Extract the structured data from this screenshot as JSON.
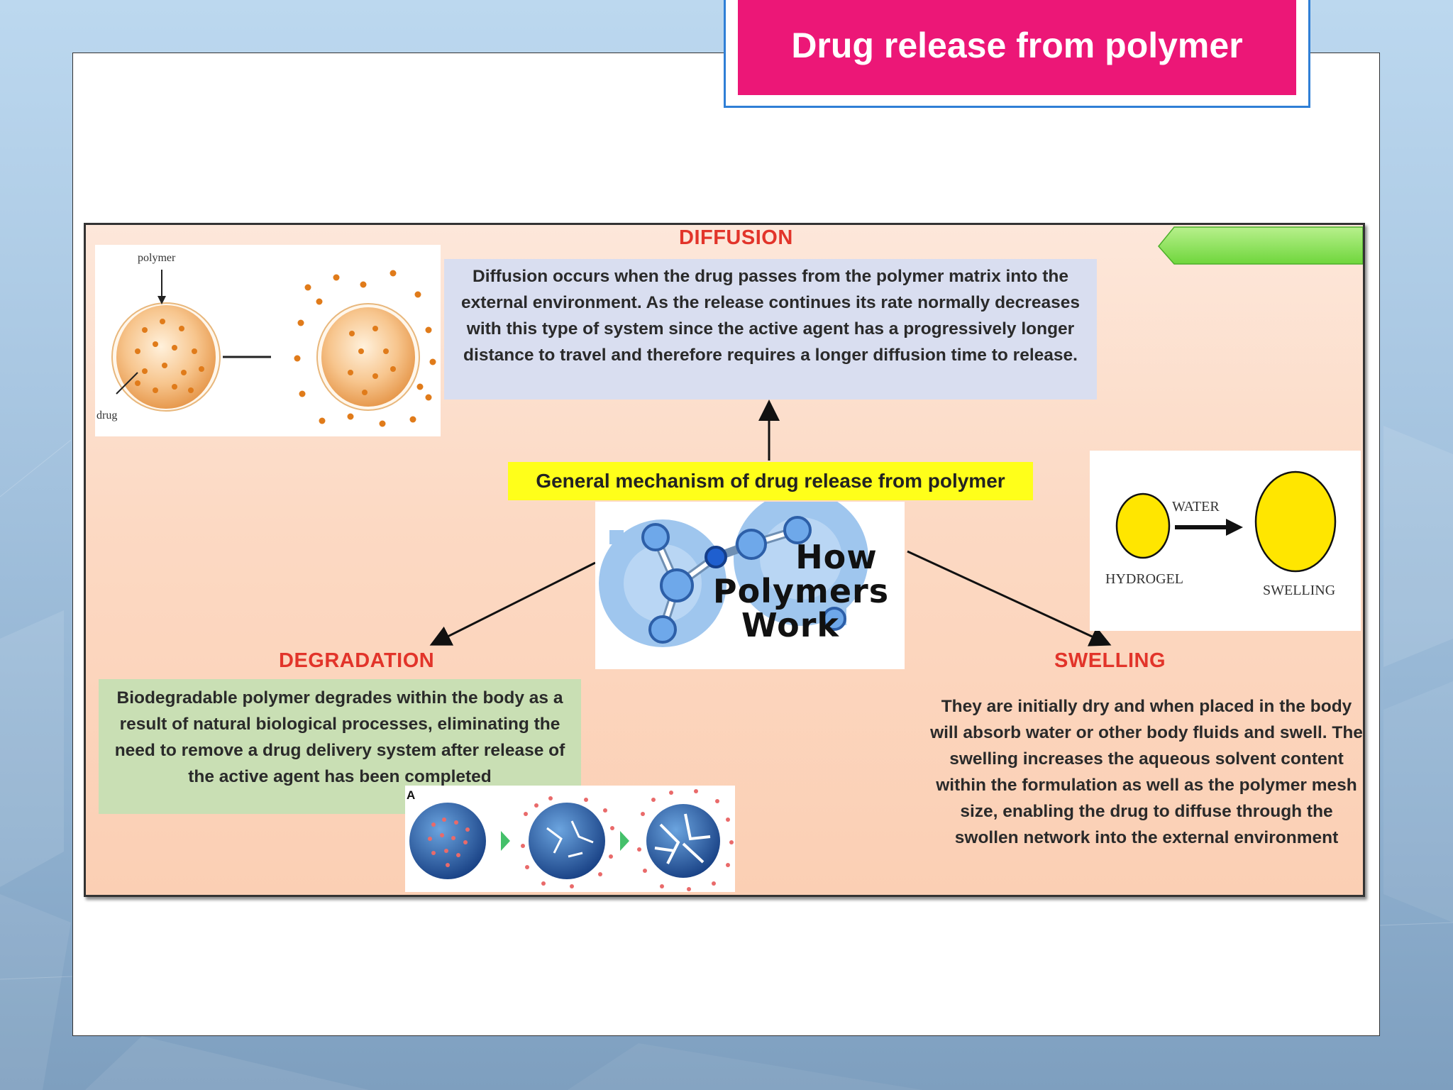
{
  "slide": {
    "title": "Drug release from polymer"
  },
  "center": {
    "label": "General mechanism of drug release from polymer",
    "logo_text": [
      "How",
      "Polymers",
      "Work"
    ]
  },
  "diffusion": {
    "heading": "DIFFUSION",
    "text": "Diffusion occurs when the drug passes from the polymer matrix into the external environment. As the release continues its rate normally decreases with this type of system since the active agent has a progressively longer distance to travel and therefore requires a longer diffusion time to release.",
    "figure_labels": {
      "polymer": "polymer",
      "drug": "drug"
    }
  },
  "degradation": {
    "heading": "DEGRADATION",
    "text": "Biodegradable polymer degrades within the body as a result of natural biological processes, eliminating the need to remove a drug delivery system after release of the active agent has been completed",
    "figure_label": "A"
  },
  "swelling": {
    "heading": "SWELLING",
    "text": "They are initially dry and when placed in the body will absorb water or other body fluids and swell. The swelling increases the aqueous solvent content within the formulation as well as the polymer mesh size, enabling the drug to diffuse through the swollen network into the external environment",
    "figure_labels": {
      "water": "WATER",
      "hydrogel": "HYDROGEL",
      "swelling": "SWELLING"
    }
  },
  "colors": {
    "title_bg": "#ec1777",
    "title_border": "#2f7fd6",
    "heading": "#e2342a",
    "highlight": "#ffff1a",
    "diffusion_box": "#d9def0",
    "degradation_box": "#c9dfb4",
    "hydrogel": "#ffe600"
  }
}
